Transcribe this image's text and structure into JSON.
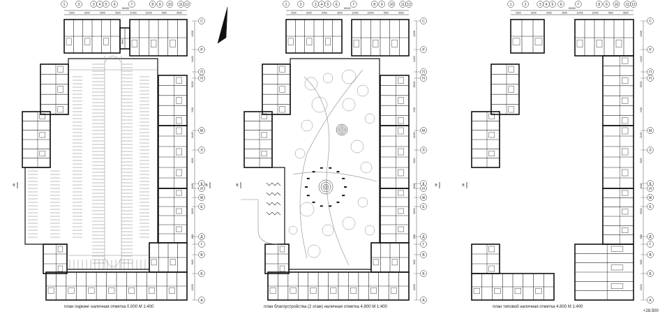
{
  "column_axes": [
    "1",
    "2",
    "3",
    "4",
    "5",
    "6",
    "7",
    "8",
    "9",
    "10",
    "11",
    "12"
  ],
  "row_axes": [
    "С",
    "Р",
    "П",
    "Н",
    "М",
    "Л",
    "К",
    "И",
    "Ж",
    "Е",
    "Д",
    "Г",
    "В",
    "Б",
    "А"
  ],
  "dimensions": {
    "total": "65400",
    "spans": [
      "9300",
      "6000",
      "5400",
      "3900",
      "11400",
      "12000",
      "7800",
      "9600"
    ],
    "row_spans": [
      "12000",
      "14400",
      "30000",
      "5900",
      "11400",
      "6000",
      "8400",
      "21000",
      "4800",
      "8400",
      "12000"
    ]
  },
  "section_marker": "В",
  "captions": {
    "plan1": "план паркинг наличная отметка 0.000  М 1:400",
    "plan2": "план благоустройства (2 этаж) наличная отметка 4.800  М 1:400",
    "plan3": "план типовой наличная отметка 4.800  М 1:400",
    "elevation": "+28.500"
  },
  "colors": {
    "ink": "#222222",
    "wall": "#111111",
    "light": "#888888"
  }
}
